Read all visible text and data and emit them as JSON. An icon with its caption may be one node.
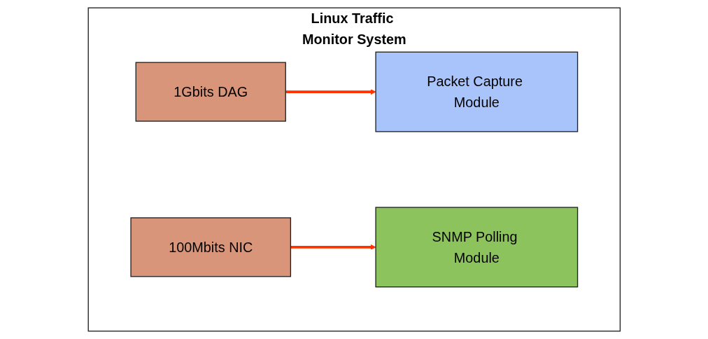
{
  "diagram": {
    "nodes": [
      {
        "text": [
          "Linux Traffic Monitor System"
        ]
      },
      {
        "text": [
          "1Gbits DAG"
        ],
        "in": 0
      },
      {
        "text": [
          "100Mbits NIC"
        ],
        "in": 0
      },
      {
        "text": [
          "Packet Capture Module"
        ],
        "in": 0
      },
      {
        "text": [
          "SNMP Polling Module"
        ],
        "in": 0
      }
    ],
    "edges": [
      {
        "from": 1,
        "to": 3,
        "arrow": "to"
      },
      {
        "from": 2,
        "to": 4,
        "arrow": "to"
      }
    ]
  }
}
